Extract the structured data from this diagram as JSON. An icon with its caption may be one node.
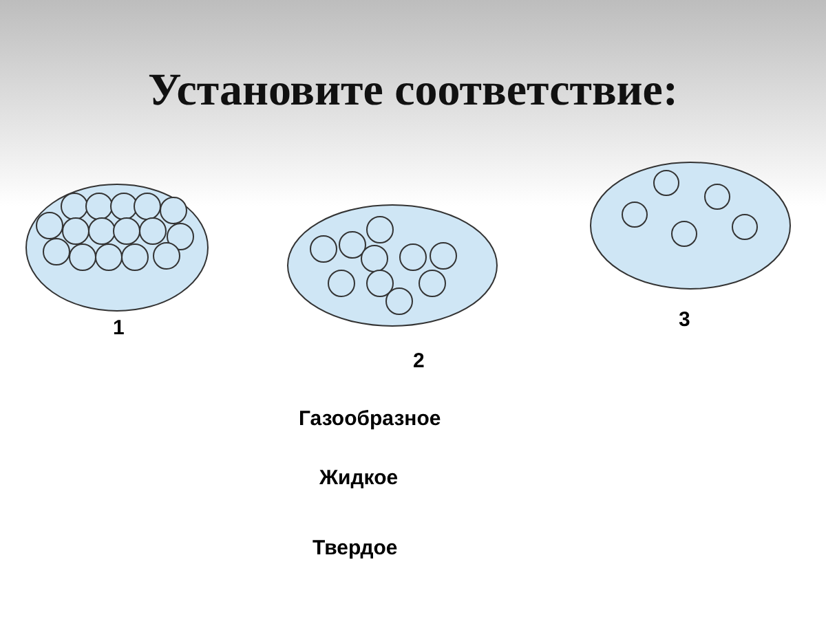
{
  "diagram": {
    "title": "Установите соответствие:",
    "nodes": [
      {
        "text": [],
        "shape": "ellipse",
        "beside": [
          "1"
        ]
      },
      {
        "text": [],
        "shape": "ellipse",
        "beside": [
          "2"
        ]
      },
      {
        "text": [],
        "shape": "ellipse",
        "beside": [
          "3"
        ]
      }
    ],
    "labels": [
      "Газообразное",
      "Жидкое",
      "Твердое"
    ]
  }
}
